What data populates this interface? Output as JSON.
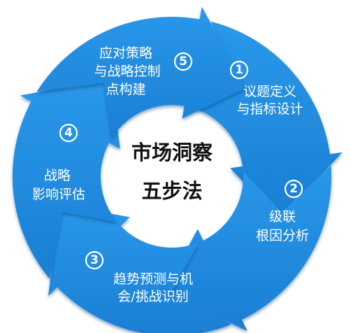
{
  "center": {
    "line1": "市场洞察",
    "line2": "五步法"
  },
  "colors": {
    "segment": "#1f8ce0",
    "ring_shadow": "#0f5fa8",
    "circle_border": "#ffffff",
    "center_text": "#111111"
  },
  "steps": [
    {
      "number": "1",
      "line1": "议题定义",
      "line2": "与指标设计",
      "line3": ""
    },
    {
      "number": "2",
      "line1": "级联",
      "line2": "根因分析",
      "line3": ""
    },
    {
      "number": "3",
      "line1": "趋势预测与机",
      "line2": "会/挑战识别",
      "line3": ""
    },
    {
      "number": "4",
      "line1": "战略",
      "line2": "影响评估",
      "line3": ""
    },
    {
      "number": "5",
      "line1": "应对策略",
      "line2": "与战略控制",
      "line3": "点构建"
    }
  ]
}
